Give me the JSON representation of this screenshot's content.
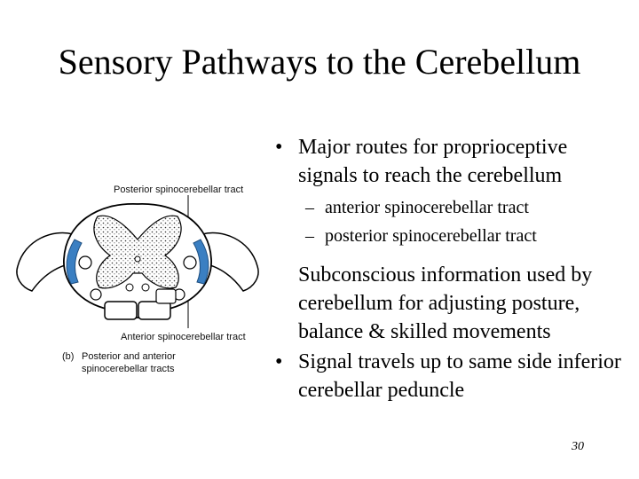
{
  "slide": {
    "title": "Sensory Pathways to the Cerebellum",
    "page_number": "30"
  },
  "bullets": [
    {
      "text": "Major routes for proprioceptive signals to reach the cerebellum",
      "sub": [
        "anterior spinocerebellar tract",
        "posterior spinocerebellar tract"
      ]
    },
    {
      "text": "Subconscious information used by cerebellum for adjusting posture, balance & skilled movements"
    },
    {
      "text": "Signal travels up to same side inferior cerebellar peduncle"
    }
  ],
  "figure": {
    "label_posterior": "Posterior spinocerebellar tract",
    "label_anterior": "Anterior spinocerebellar tract",
    "panel_letter": "(b)",
    "caption_line1": "Posterior and anterior",
    "caption_line2": "spinocerebellar tracts",
    "tract_color": "#3a7fc2"
  }
}
